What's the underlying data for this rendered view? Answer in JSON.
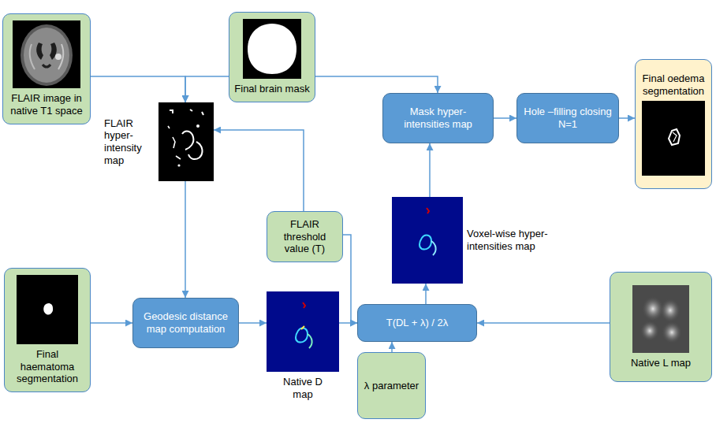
{
  "diagram": {
    "nodes": [
      {
        "text": [
          "FLAIR image in native T1 space"
        ]
      },
      {
        "text": [
          "Final brain mask"
        ]
      },
      {
        "text": [
          "Mask hyper-intensities map"
        ]
      },
      {
        "text": [
          "Hole –filling closing N=1"
        ]
      },
      {
        "text": [
          "Final oedema segmentation"
        ]
      },
      {
        "text": [
          "FLAIR hyper-intensity map"
        ]
      },
      {
        "text": [
          "FLAIR threshold value (T)"
        ]
      },
      {
        "text": [
          "Voxel-wise hyper-intensities map"
        ]
      },
      {
        "text": [
          "Final haematoma segmentation"
        ]
      },
      {
        "text": [
          "Geodesic distance map computation"
        ]
      },
      {
        "text": [
          "Native D map"
        ]
      },
      {
        "text": [
          "T(DL + λ) / 2λ"
        ]
      },
      {
        "text": [
          "Native L map"
        ]
      },
      {
        "text": [
          "λ parameter"
        ]
      }
    ],
    "edges": [
      {
        "from": 0,
        "to": 5,
        "arrow": "to"
      },
      {
        "from": 1,
        "to": 5,
        "arrow": "to"
      },
      {
        "from": 1,
        "to": 2,
        "arrow": "to"
      },
      {
        "from": 6,
        "to": 5,
        "arrow": "to"
      },
      {
        "from": 6,
        "to": 11,
        "arrow": "to"
      },
      {
        "from": 5,
        "to": 9,
        "arrow": "to"
      },
      {
        "from": 8,
        "to": 9,
        "arrow": "to"
      },
      {
        "from": 9,
        "to": 10,
        "arrow": "to"
      },
      {
        "from": 10,
        "to": 11,
        "arrow": "to"
      },
      {
        "from": 13,
        "to": 11,
        "arrow": "to"
      },
      {
        "from": 12,
        "to": 11,
        "arrow": "to"
      },
      {
        "from": 11,
        "to": 7,
        "arrow": "to"
      },
      {
        "from": 7,
        "to": 2,
        "arrow": "to"
      },
      {
        "from": 2,
        "to": 3,
        "arrow": "to"
      },
      {
        "from": 3,
        "to": 4,
        "arrow": "to"
      }
    ]
  }
}
